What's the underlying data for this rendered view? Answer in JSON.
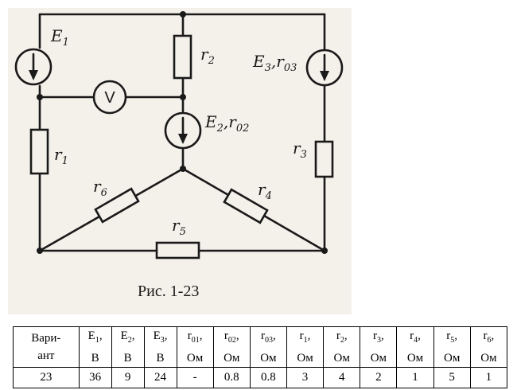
{
  "figure": {
    "caption": "Рис. 1-23",
    "labels": {
      "E1": [
        "E",
        "1"
      ],
      "r2": [
        "r",
        "2"
      ],
      "E3": [
        "E",
        "3",
        ",r",
        "03"
      ],
      "voltmeter": "V",
      "E2": [
        "E",
        "2",
        ",r",
        "02"
      ],
      "r1": [
        "r",
        "1"
      ],
      "r3": [
        "r",
        "3"
      ],
      "r6": [
        "r",
        "6"
      ],
      "r4": [
        "r",
        "4"
      ],
      "r5": [
        "r",
        "5"
      ]
    }
  },
  "table": {
    "headers": [
      {
        "top": [
          "Вари-"
        ],
        "bottom": "ант"
      },
      {
        "top": [
          "E",
          "1",
          ","
        ],
        "bottom": "В"
      },
      {
        "top": [
          "E",
          "2",
          ","
        ],
        "bottom": "В"
      },
      {
        "top": [
          "E",
          "3",
          ","
        ],
        "bottom": "В"
      },
      {
        "top": [
          "r",
          "01",
          ","
        ],
        "bottom": "Ом"
      },
      {
        "top": [
          "r",
          "02",
          ","
        ],
        "bottom": "Ом"
      },
      {
        "top": [
          "r",
          "03",
          ","
        ],
        "bottom": "Ом"
      },
      {
        "top": [
          "r",
          "1",
          ","
        ],
        "bottom": "Ом"
      },
      {
        "top": [
          "r",
          "2",
          ","
        ],
        "bottom": "Ом"
      },
      {
        "top": [
          "r",
          "3",
          ","
        ],
        "bottom": "Ом"
      },
      {
        "top": [
          "r",
          "4",
          ","
        ],
        "bottom": "Ом"
      },
      {
        "top": [
          "r",
          "5",
          ","
        ],
        "bottom": "Ом"
      },
      {
        "top": [
          "r",
          "6",
          ","
        ],
        "bottom": "Ом"
      }
    ],
    "values": [
      "23",
      "36",
      "9",
      "24",
      "-",
      "0.8",
      "0.8",
      "3",
      "4",
      "2",
      "1",
      "5",
      "1"
    ]
  }
}
